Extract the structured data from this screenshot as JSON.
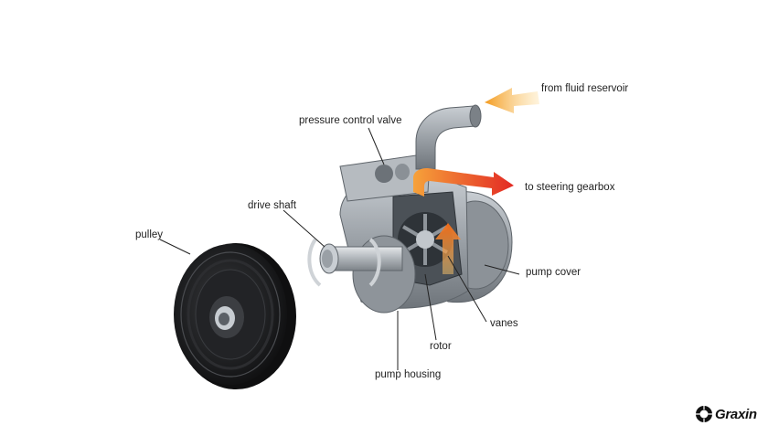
{
  "labels": {
    "from_fluid_reservoir": "from fluid reservoir",
    "pressure_control_valve": "pressure control valve",
    "to_steering_gearbox": "to steering gearbox",
    "drive_shaft": "drive shaft",
    "pulley": "pulley",
    "pump_cover": "pump cover",
    "vanes": "vanes",
    "rotor": "rotor",
    "pump_housing": "pump housing"
  },
  "logo": {
    "text": "Graxin"
  },
  "colors": {
    "flow_in": "#f39a1e",
    "flow_out": "#e8362a",
    "flow_up": "#f07a1c",
    "metal": "#9aa0a6",
    "pulley": "#1e1f21"
  }
}
